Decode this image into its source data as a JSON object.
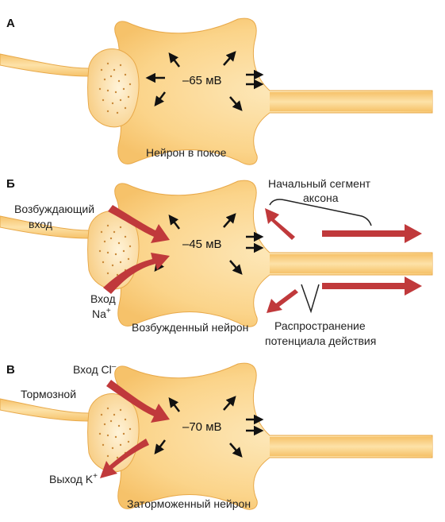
{
  "panels": [
    {
      "letter": "А",
      "potential": "–65 мВ",
      "caption": "Нейрон в покое"
    },
    {
      "letter": "Б",
      "potential": "–45 мВ",
      "caption": "Возбужденный нейрон",
      "labels": {
        "input_line1": "Возбуждающий",
        "input_line2": "вход",
        "na_line1": "Вход",
        "na_line2": "Na",
        "na_sup": "+",
        "segment_line1": "Начальный сегмент",
        "segment_line2": "аксона",
        "spread_line1": "Распространение",
        "spread_line2": "потенциала действия"
      }
    },
    {
      "letter": "В",
      "potential": "–70 мВ",
      "caption": "Заторможенный нейрон",
      "labels": {
        "cl_text": "Вход Cl",
        "cl_sup": "–",
        "inhib": "Тормозной",
        "k_text": "Выход K",
        "k_sup": "+"
      }
    }
  ],
  "colors": {
    "cell_fill": "#fbd48a",
    "cell_edge": "#e8a94a",
    "arrow_red": "#c0393b",
    "arrow_black": "#111111",
    "dots": "#c98a3a"
  }
}
